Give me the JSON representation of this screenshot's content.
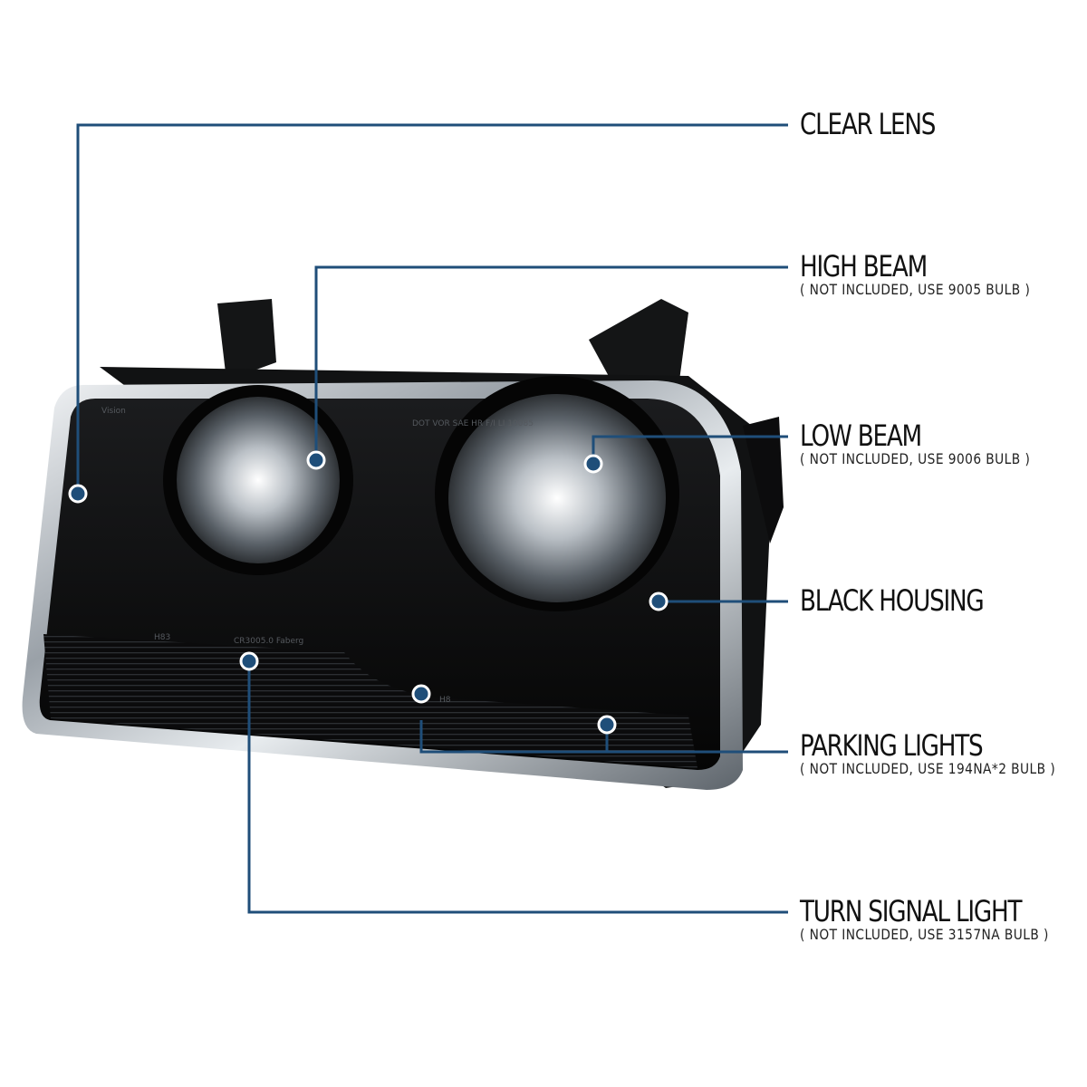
{
  "callouts": [
    {
      "title": "CLEAR LENS",
      "note": ""
    },
    {
      "title": "HIGH BEAM",
      "note": "( NOT INCLUDED, USE  9005  BULB )"
    },
    {
      "title": "LOW BEAM",
      "note": "( NOT INCLUDED, USE  9006  BULB )"
    },
    {
      "title": "BLACK HOUSING",
      "note": ""
    },
    {
      "title": "PARKING LIGHTS",
      "note": "( NOT INCLUDED, USE  194NA*2  BULB )"
    },
    {
      "title": "TURN SIGNAL LIGHT",
      "note": "( NOT INCLUDED, USE  3157NA  BULB )"
    }
  ],
  "lens_markings": {
    "top_left": "Vision",
    "top_right": "DOT VOR SAE HR F/I LI 10085",
    "bottom_left": "H83",
    "bottom_center": "CR3005.0 Faberg",
    "bottom_right": "H8"
  },
  "colors": {
    "callout_line": "#1f4e79",
    "marker_fill": "#1f4e79",
    "marker_ring": "#ffffff",
    "housing": "#0d0d0d",
    "chrome": "#c9ced2"
  }
}
